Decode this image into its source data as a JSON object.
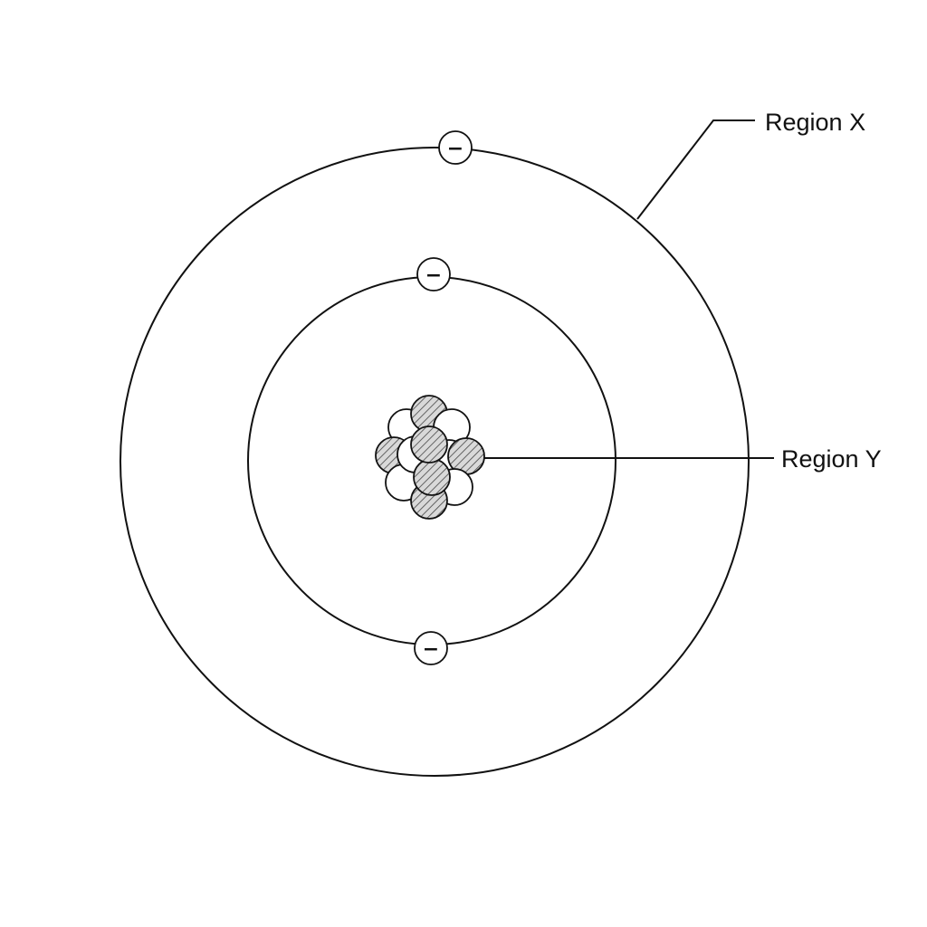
{
  "labels": {
    "region_x": "Region X",
    "region_y": "Region Y"
  },
  "electron_symbol": "−",
  "electron_count": 3,
  "nucleus": {
    "protons": 6,
    "neutrons": 6
  },
  "colors": {
    "line": "#111111",
    "background": "#ffffff",
    "proton_hatch": "#555555"
  }
}
